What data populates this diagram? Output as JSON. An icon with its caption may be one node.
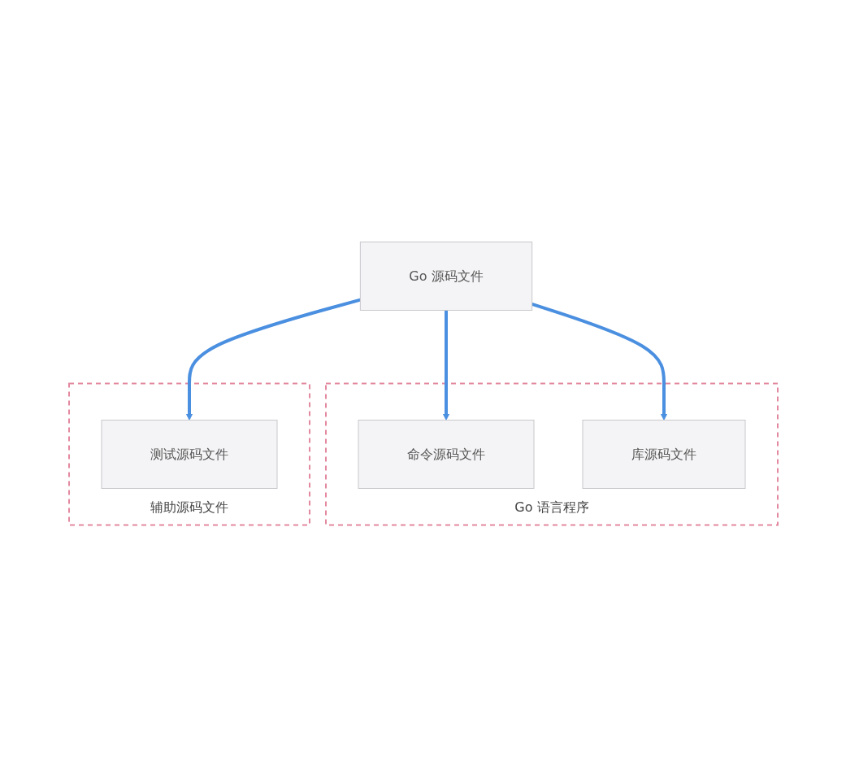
{
  "diagram": {
    "nodes": [
      {
        "text": [
          "Go 源码文件"
        ]
      },
      {
        "text": [
          "Go 语言程序"
        ]
      },
      {
        "text": [
          "命令源码文件"
        ],
        "in": 1
      },
      {
        "text": [
          "库源码文件"
        ],
        "in": 1
      },
      {
        "text": [
          "辅助源码文件"
        ]
      },
      {
        "text": [
          "测试源码文件"
        ],
        "in": 4
      }
    ],
    "edges": [
      {
        "from": 0,
        "to": 2,
        "arrow": "to"
      },
      {
        "from": 0,
        "to": 3,
        "arrow": "to"
      },
      {
        "from": 0,
        "to": 5,
        "arrow": "to"
      }
    ]
  }
}
